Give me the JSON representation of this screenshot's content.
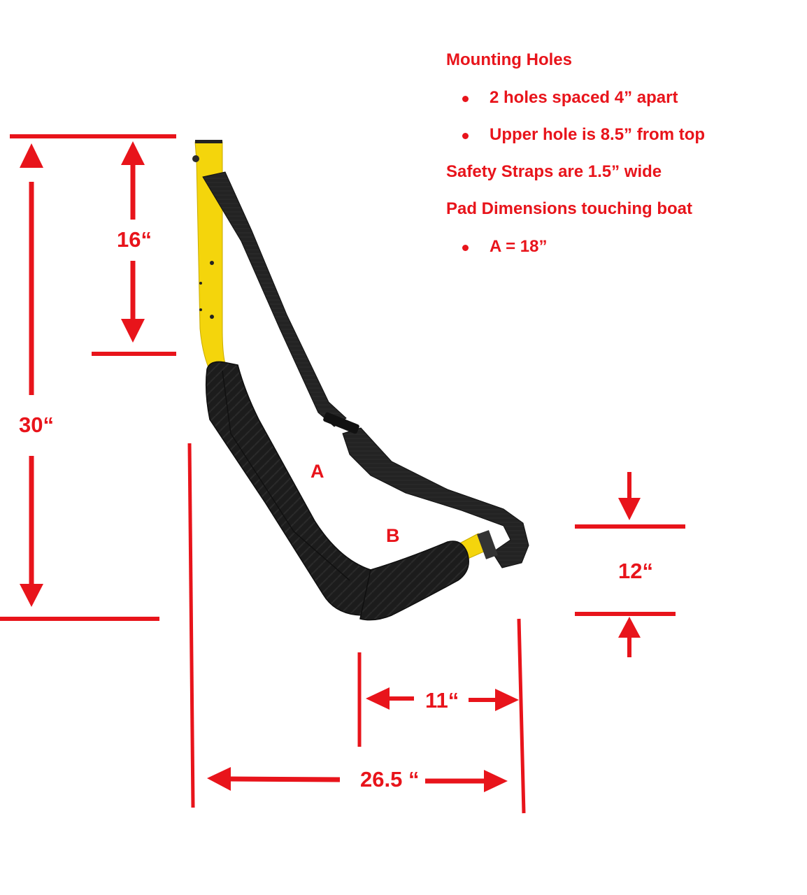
{
  "colors": {
    "annotation_red": "#e8141b",
    "frame_yellow": "#f6d60a",
    "pad_black": "#1e1e1e",
    "strap_black": "#222222",
    "background": "#ffffff"
  },
  "notes": {
    "mounting_holes_heading": "Mounting Holes",
    "mounting_holes_items": [
      "2 holes spaced 4” apart",
      "Upper hole is 8.5” from top"
    ],
    "safety_straps": "Safety Straps are 1.5” wide",
    "pad_heading": "Pad Dimensions touching boat",
    "pad_items": [
      "A = 18”"
    ]
  },
  "dimensions": {
    "total_height": "30“",
    "upper_arm_height": "16“",
    "cradle_depth": "12“",
    "cradle_width": "11“",
    "total_width": "26.5 “"
  },
  "part_labels": {
    "pad_a": "A",
    "pad_b": "B"
  },
  "icons": {
    "bullet": "bullet-dot-icon",
    "arrow": "dimension-arrow-icon"
  }
}
